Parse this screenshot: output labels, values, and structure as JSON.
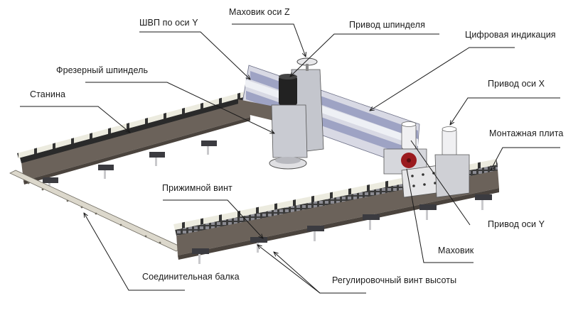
{
  "diagram": {
    "title": "Фрезерный станок — составные части",
    "colors": {
      "frame": "#6b625a",
      "frame_dark": "#4a433d",
      "rail": "#e8e6dc",
      "rack": "#2a2a2a",
      "beam": "#d9d6cf",
      "gantry": "#9ea3c4",
      "gantry_light": "#d8d9e4",
      "spindle": "#c9cbd2",
      "motor": "#222222",
      "handwheel_red": "#9b1b1f",
      "leader": "#1a1a1a"
    },
    "labels": [
      {
        "id": "shvp-y",
        "text": "ШВП по оси Y"
      },
      {
        "id": "handwheel-z",
        "text": "Маховик оси Z"
      },
      {
        "id": "spindle-drive",
        "text": "Привод шпинделя"
      },
      {
        "id": "digital-readout",
        "text": "Цифровая индикация"
      },
      {
        "id": "milling-spindle",
        "text": "Фрезерный шпиндель"
      },
      {
        "id": "bed",
        "text": "Станина"
      },
      {
        "id": "drive-x",
        "text": "Привод оси X"
      },
      {
        "id": "mounting-plate",
        "text": "Монтажная плита"
      },
      {
        "id": "clamp-screw",
        "text": "Прижимной винт"
      },
      {
        "id": "drive-y",
        "text": "Привод оси Y"
      },
      {
        "id": "handwheel",
        "text": "Маховик"
      },
      {
        "id": "connecting-beam",
        "text": "Соединительная балка"
      },
      {
        "id": "height-adjust-screw",
        "text": "Регулировочный винт высоты"
      }
    ]
  }
}
